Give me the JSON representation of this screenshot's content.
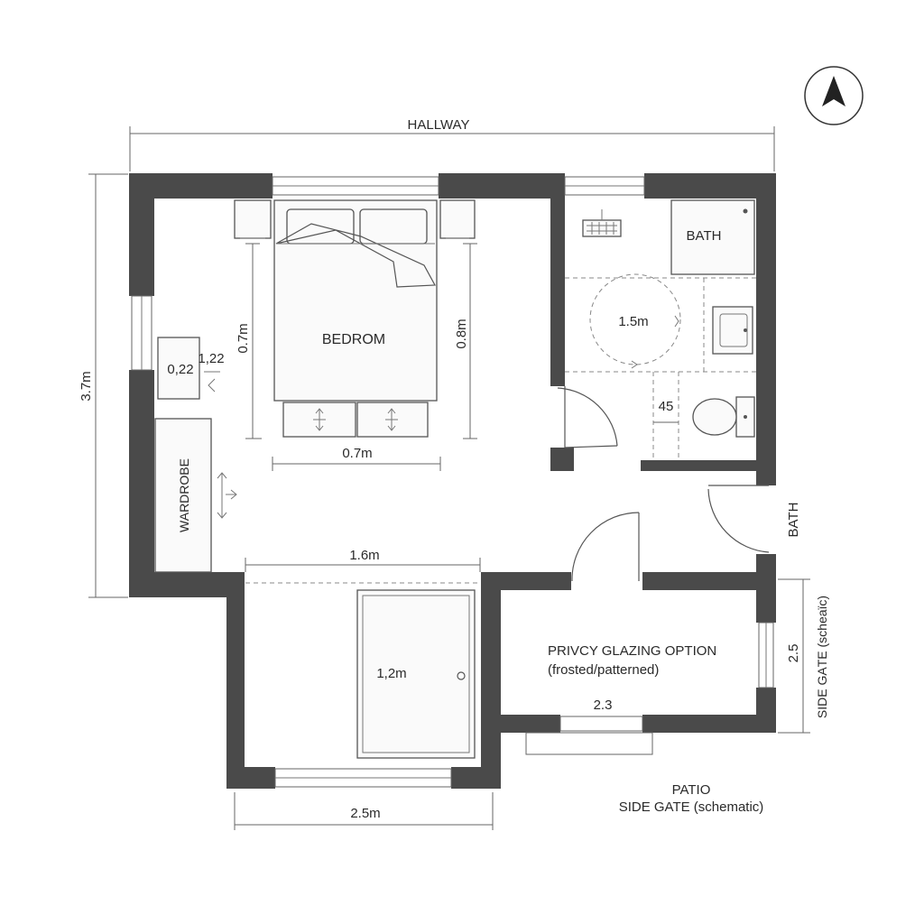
{
  "labels": {
    "hallway": "HALLWAY",
    "bedroom": "BEDROM",
    "bath_top": "BATH",
    "bath_side": "BATH",
    "wardrobe": "WARDROBE",
    "privacy_line1": "PRIVCY GLAZING OPTION",
    "privacy_line2": "(frosted/patterned)",
    "patio": "PATIO",
    "side_gate_bottom": "SIDE GATE (schematic)",
    "side_gate_right": "SIDE GAТE (schеaїc)"
  },
  "dimensions": {
    "height_total": "3.7m",
    "bed_left": "0.7m",
    "bed_right": "0.8m",
    "bed_width": "0.7m",
    "nightstand_a": "0,22",
    "nightstand_b": "1,22",
    "shower_circle": "1.5m",
    "toilet_clear": "45",
    "lower_width": "1.6m",
    "closet_depth": "1,2m",
    "bottom_width": "2.5m",
    "patio_width": "2.3",
    "patio_height": "2.5"
  },
  "icons": {
    "north": "north-arrow-icon"
  },
  "colors": {
    "wall": "#4a4a4a",
    "line": "#555555",
    "background": "#ffffff"
  }
}
